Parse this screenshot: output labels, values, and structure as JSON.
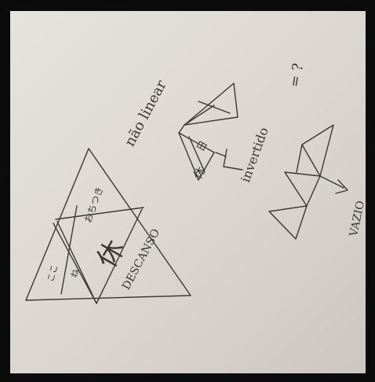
{
  "photo": {
    "background_color": "#0b0b0b",
    "paper_color": "#dedad3",
    "ink_color": "#3a3836"
  },
  "notes": {
    "nao_linear": "não linear",
    "invertido": "invertido",
    "equals_symbol": "= ?",
    "vazio": "VAZIO",
    "vazio_equals": "=",
    "descanso": "DESCANSO",
    "kanji_kyu": "休",
    "kanji_hi": "日",
    "kanji_kyu_small": "休",
    "kana_top": "おちつき",
    "kana_left_1": "ここ",
    "kana_left_2": "ね"
  }
}
